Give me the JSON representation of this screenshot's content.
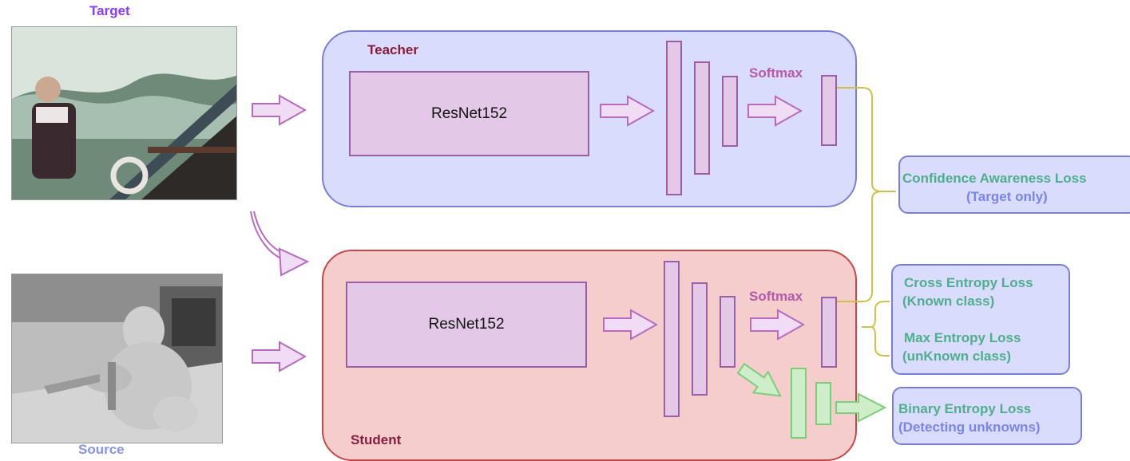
{
  "labels": {
    "target": "Target",
    "source": "Source"
  },
  "teacher": {
    "title": "Teacher",
    "backbone": "ResNet152",
    "softmax": "Softmax"
  },
  "student": {
    "title": "Student",
    "backbone": "ResNet152",
    "softmax": "Softmax"
  },
  "losses": {
    "confidence": {
      "title": "Confidence Awareness Loss",
      "sub": "(Target only)"
    },
    "cross_entropy": {
      "title": "Cross Entropy Loss",
      "sub": "(Known class)"
    },
    "max_entropy": {
      "title": "Max Entropy Loss",
      "sub": "(unKnown class)"
    },
    "binary_entropy": {
      "title": "Binary Entropy Loss",
      "sub": "(Detecting unknowns)"
    }
  },
  "colors": {
    "teacher_panel": "#dadcfd",
    "student_panel": "#f6cdcd",
    "block_fill": "#e4c8e8",
    "green_block": "#cdeec8",
    "bracket": "#cfc24a",
    "loss_text": "#4fae8c"
  }
}
